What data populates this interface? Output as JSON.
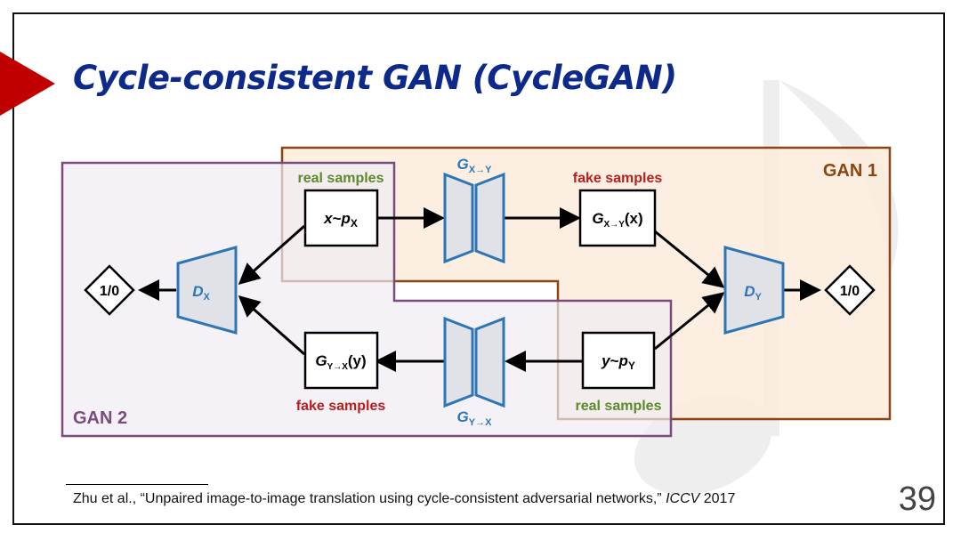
{
  "slide": {
    "title": "Cycle-consistent GAN (CycleGAN)",
    "page_number": "39"
  },
  "citation": {
    "text": "Zhu et al., “Unpaired image-to-image translation using cycle-consistent adversarial networks,” ",
    "venue": "ICCV",
    "year": " 2017"
  },
  "diagram": {
    "gan1_label": "GAN 1",
    "gan2_label": "GAN 2",
    "real_samples_label": "real samples",
    "fake_samples_label": "fake samples",
    "discriminator_output": "1/0",
    "generator_xy": {
      "base": "G",
      "sub": "X→Y"
    },
    "generator_yx": {
      "base": "G",
      "sub": "Y→X"
    },
    "discriminator_x": {
      "base": "D",
      "sub": "X"
    },
    "discriminator_y": {
      "base": "D",
      "sub": "Y"
    },
    "node_x_sample": {
      "var": "x",
      "tilde": "~",
      "p": "p",
      "sub": "X"
    },
    "node_y_sample": {
      "var": "y",
      "tilde": "~",
      "p": "p",
      "sub": "Y"
    },
    "node_fake_y": {
      "base": "G",
      "sub": "X→Y",
      "arg": "(x)"
    },
    "node_fake_x": {
      "base": "G",
      "sub": "Y→X",
      "arg": "(y)"
    },
    "colors": {
      "title": "#0d2a8a",
      "gan1_border": "#8b4513",
      "gan1_fill": "#fcecdc",
      "gan2_border": "#7b4b7e",
      "gan2_fill": "#f1ecf3",
      "real_samples_text": "#5a8a2a",
      "fake_samples_text": "#b81e1e",
      "model_stroke": "#2e75b6",
      "model_text": "#2e75b6",
      "accent": "#c00000"
    }
  }
}
